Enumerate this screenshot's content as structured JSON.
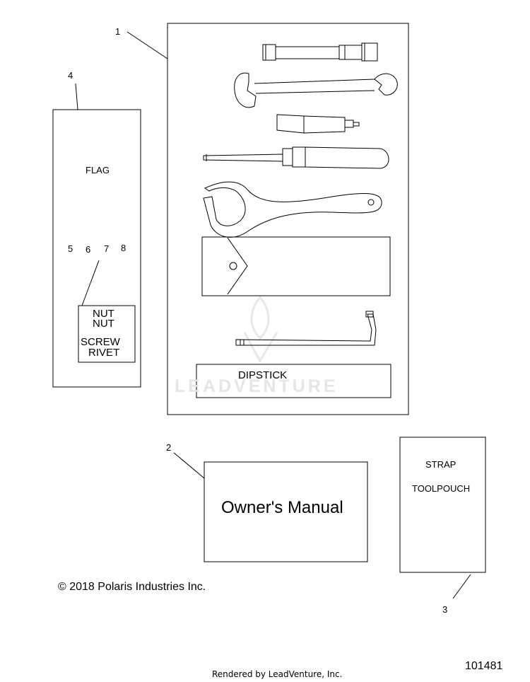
{
  "callouts": {
    "kit": "1",
    "manual": "2",
    "pouch": "3",
    "flag": "4",
    "n5": "5",
    "n6": "6",
    "n7": "7",
    "n8": "8"
  },
  "flag_label": "FLAG",
  "hardware": [
    "NUT",
    "NUT",
    "SCREW",
    "RIVET"
  ],
  "dipstick_label": "DIPSTICK",
  "manual_label": "Owner's Manual",
  "pouch": {
    "line1": "STRAP",
    "line2": "TOOLPOUCH"
  },
  "copyright": "© 2018 Polaris Industries Inc.",
  "diagram_id": "101481",
  "footer": "Rendered by LeadVenture, Inc.",
  "watermark": "LEADVENTURE"
}
